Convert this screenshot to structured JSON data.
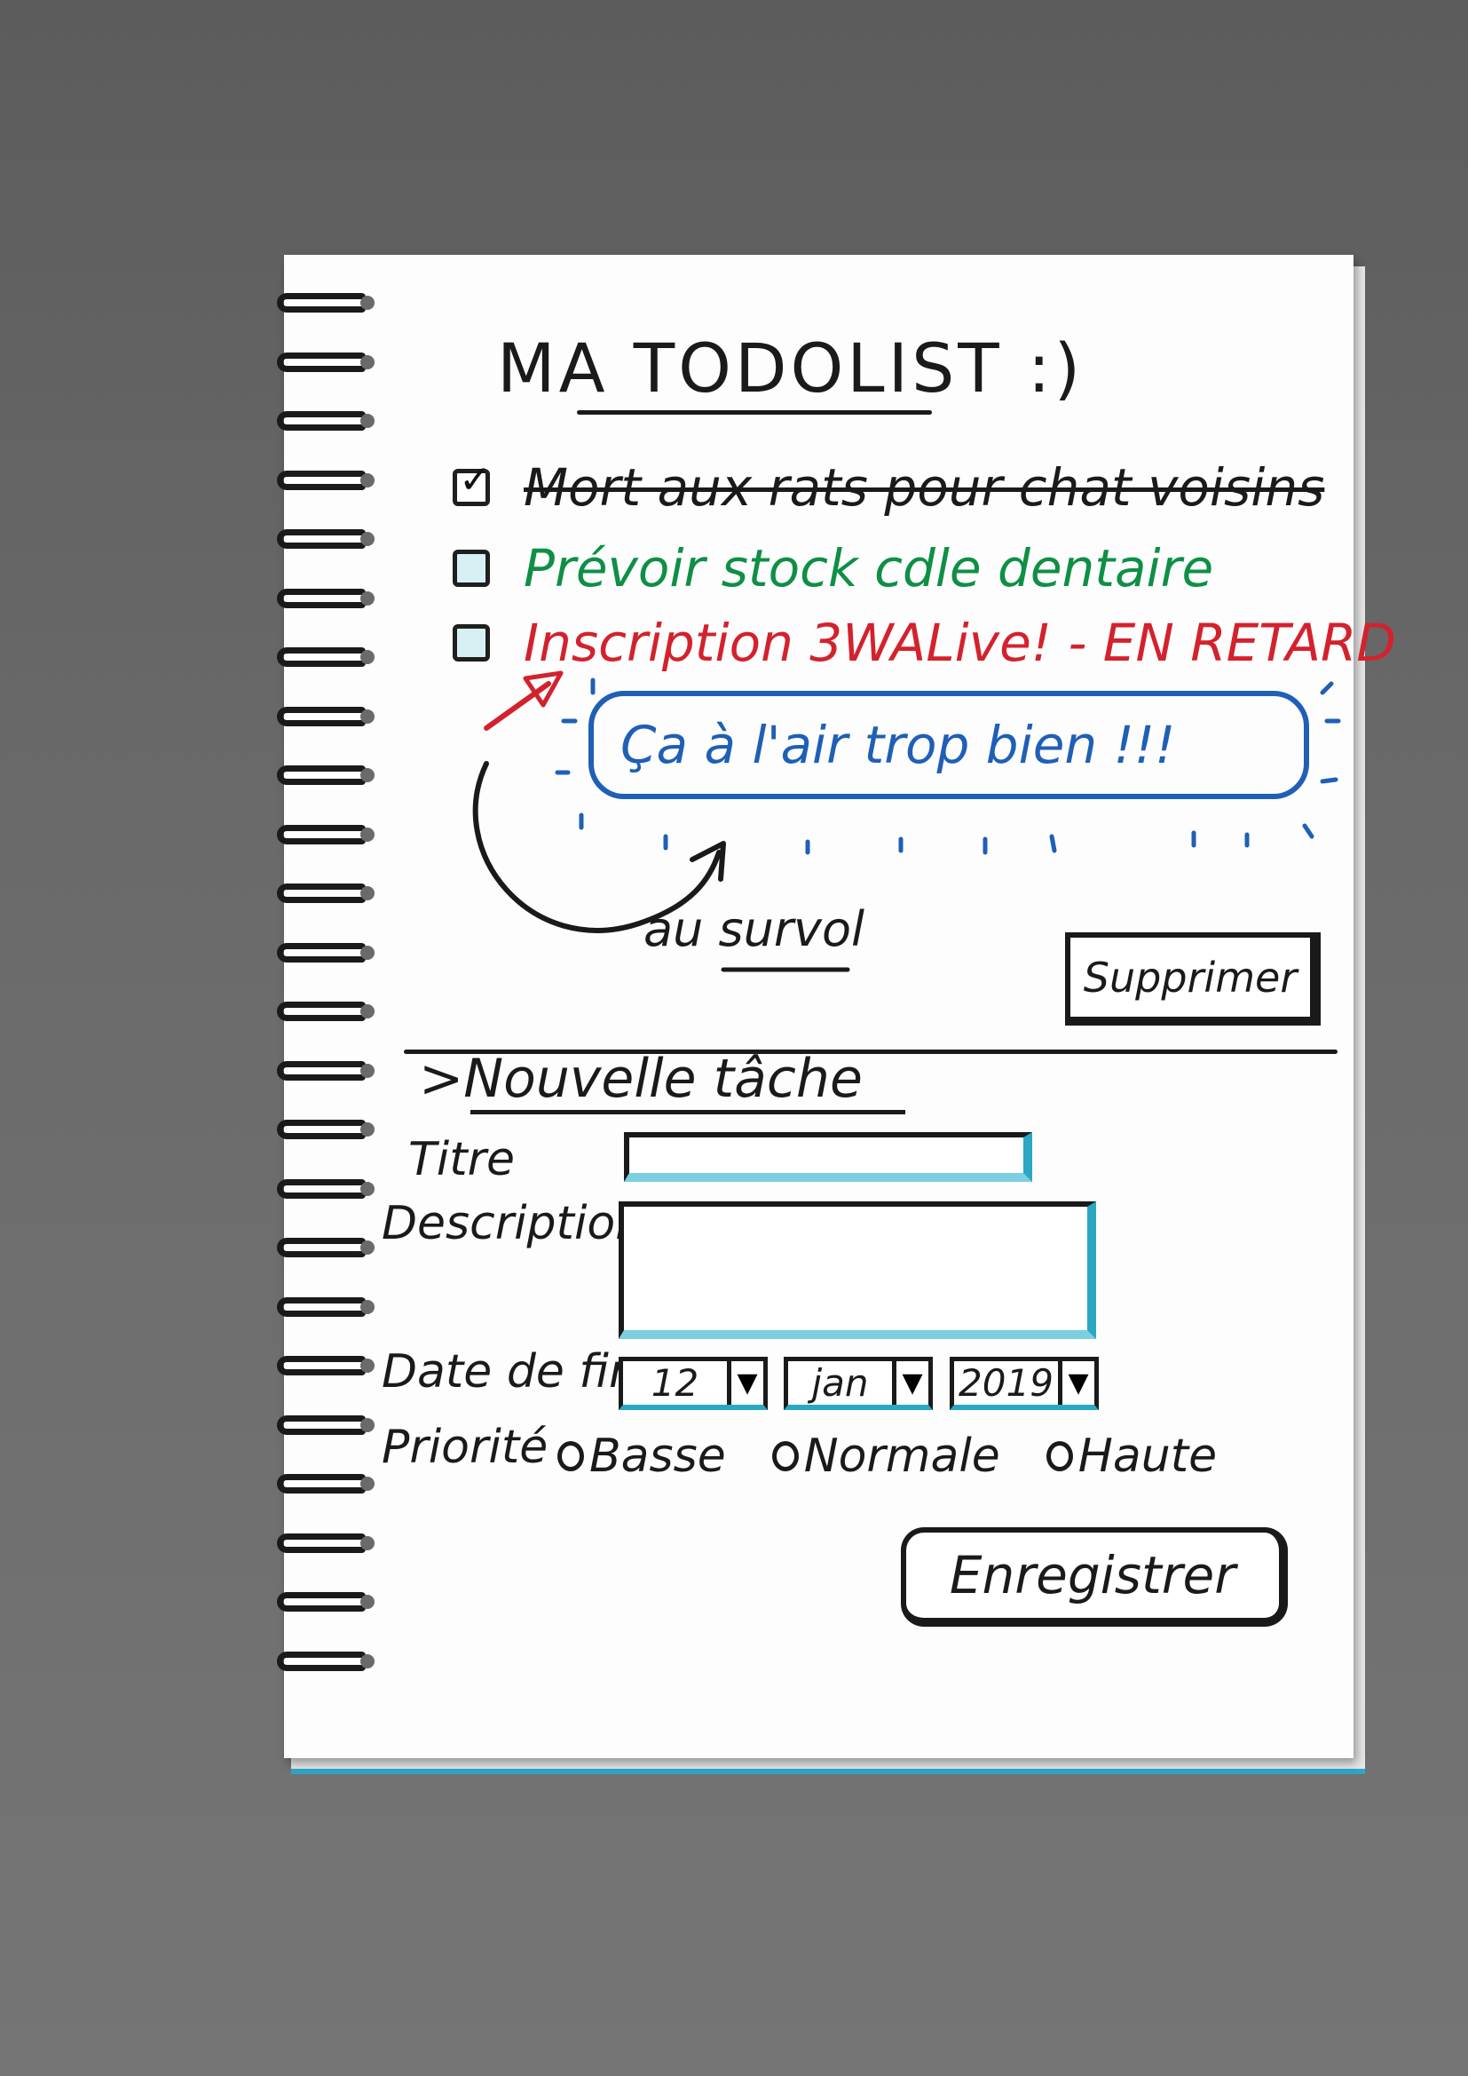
{
  "page": {
    "title": "MA TODOLIST :)"
  },
  "tasks": [
    {
      "label": "Mort aux rats pour chat voisins",
      "checked": true,
      "color": "#1a1a1a"
    },
    {
      "label": "Prévoir stock cdle dentaire",
      "checked": false,
      "color": "#0e8f45"
    },
    {
      "label": "Inscription 3WALive! - EN RETARD",
      "checked": false,
      "color": "#d3222d"
    }
  ],
  "tooltip": {
    "text": "Ça à l'air trop bien !!!",
    "color": "#1f5fb6"
  },
  "annotation": {
    "hover_label": "au survol"
  },
  "actions": {
    "delete_label": "Supprimer"
  },
  "form": {
    "section_title": ">Nouvelle tâche",
    "title_label": "Titre",
    "description_label": "Description",
    "due_date_label": "Date de fin",
    "day_value": "12",
    "month_value": "jan",
    "year_value": "2019",
    "priority_label": "Priorité",
    "priority_options": [
      "Basse",
      "Normale",
      "Haute"
    ],
    "save_label": "Enregistrer"
  },
  "icons": {
    "checkmark": "check-icon",
    "dropdown": "triangle-down-icon",
    "arrow": "arrow-icon"
  }
}
